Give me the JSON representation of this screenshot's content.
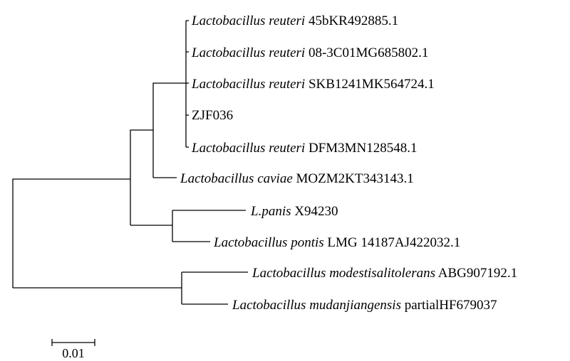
{
  "tree": {
    "taxa": [
      {
        "id": "t1",
        "italic": "Lactobacillus reuteri",
        "rest": "45bKR492885.1"
      },
      {
        "id": "t2",
        "italic": "Lactobacillus reuteri",
        "rest": "08-3C01MG685802.1"
      },
      {
        "id": "t3",
        "italic": "Lactobacillus reuteri",
        "rest": "SKB1241MK564724.1"
      },
      {
        "id": "t4",
        "italic": "",
        "rest": "ZJF036"
      },
      {
        "id": "t5",
        "italic": "Lactobacillus reuteri",
        "rest": "DFM3MN128548.1"
      },
      {
        "id": "t6",
        "italic": "Lactobacillus caviae",
        "rest": "MOZM2KT343143.1"
      },
      {
        "id": "t7",
        "italic": "L.panis",
        "rest": "X94230"
      },
      {
        "id": "t8",
        "italic": "Lactobacillus pontis",
        "rest": "LMG 14187AJ422032.1"
      },
      {
        "id": "t9",
        "italic": "Lactobacillus modestisalitolerans",
        "rest": "ABG907192.1"
      },
      {
        "id": "t10",
        "italic": "Lactobacillus mudanjiangensis",
        "rest": "partialHF679037"
      }
    ],
    "scale_bar": {
      "label": "0.01",
      "length": 0.01
    }
  }
}
